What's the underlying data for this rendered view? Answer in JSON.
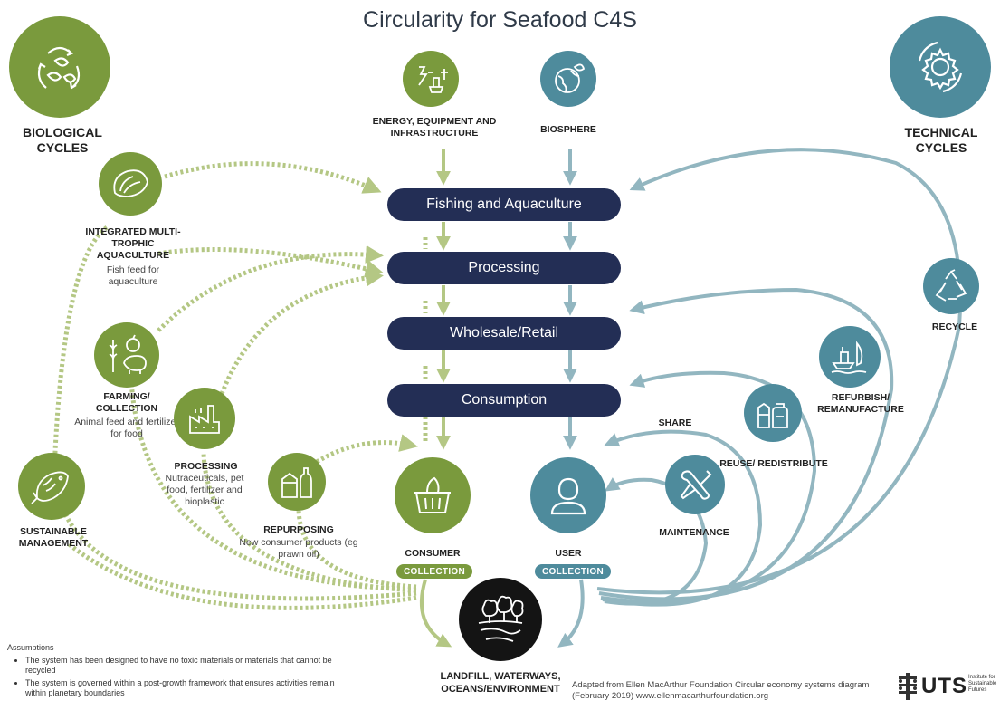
{
  "title": "Circularity for Seafood C4S",
  "colors": {
    "green": "#7a9a3d",
    "light_green": "#b4c784",
    "teal": "#4e8b9c",
    "light_teal": "#92b6c0",
    "navy": "#232e55",
    "black": "#141414"
  },
  "biological_cycles": "BIOLOGICAL CYCLES",
  "technical_cycles": "TECHNICAL CYCLES",
  "inputs": {
    "energy": "ENERGY, EQUIPMENT AND INFRASTRUCTURE",
    "biosphere": "BIOSPHERE"
  },
  "stages": [
    "Fishing and Aquaculture",
    "Processing",
    "Wholesale/Retail",
    "Consumption"
  ],
  "biological_nodes": {
    "imta": {
      "title": "INTEGRATED MULTI-TROPHIC AQUACULTURE",
      "desc": "Fish feed for aquaculture",
      "icon": "oyster-icon"
    },
    "farming": {
      "title": "FARMING/ COLLECTION",
      "desc": "Animal feed and fertilizer for food",
      "icon": "wheat-apple-pig-icon"
    },
    "processing": {
      "title": "PROCESSING",
      "desc": "Nutraceuticals, pet food, fertilizer and bioplastic",
      "icon": "factory-icon"
    },
    "repurposing": {
      "title": "REPURPOSING",
      "desc": "New consumer products (eg prawn oil)",
      "icon": "bottles-icon"
    },
    "sustainable": {
      "title": "SUSTAINABLE MANAGEMENT",
      "icon": "fish-icon"
    }
  },
  "technical_nodes": {
    "recycle": {
      "title": "RECYCLE",
      "icon": "recycle-icon"
    },
    "refurbish": {
      "title": "REFURBISH/ REMANUFACTURE",
      "icon": "boat-icon"
    },
    "reuse": {
      "title": "REUSE/ REDISTRIBUTE",
      "icon": "containers-icon"
    },
    "share": "SHARE",
    "maintenance": {
      "title": "MAINTENANCE",
      "icon": "wrench-screwdriver-icon"
    }
  },
  "consumer": {
    "title": "CONSUMER",
    "collection": "COLLECTION",
    "icon": "basket-icon"
  },
  "user": {
    "title": "USER",
    "collection": "COLLECTION",
    "icon": "person-icon"
  },
  "landfill": {
    "title": "LANDFILL, WATERWAYS, OCEANS/ENVIRONMENT",
    "icon": "trees-landscape-icon"
  },
  "assumptions": {
    "heading": "Assumptions",
    "items": [
      "The system has been designed to have no toxic materials or materials that cannot be recycled",
      "The system is governed within a post-growth framework that ensures activities remain within planetary boundaries"
    ]
  },
  "credit": "Adapted from Ellen MacArthur Foundation Circular economy systems diagram (February 2019) www.ellenmacarthurfoundation.org",
  "logo": {
    "word": "UTS",
    "sub": "Institute for Sustainable Futures"
  }
}
